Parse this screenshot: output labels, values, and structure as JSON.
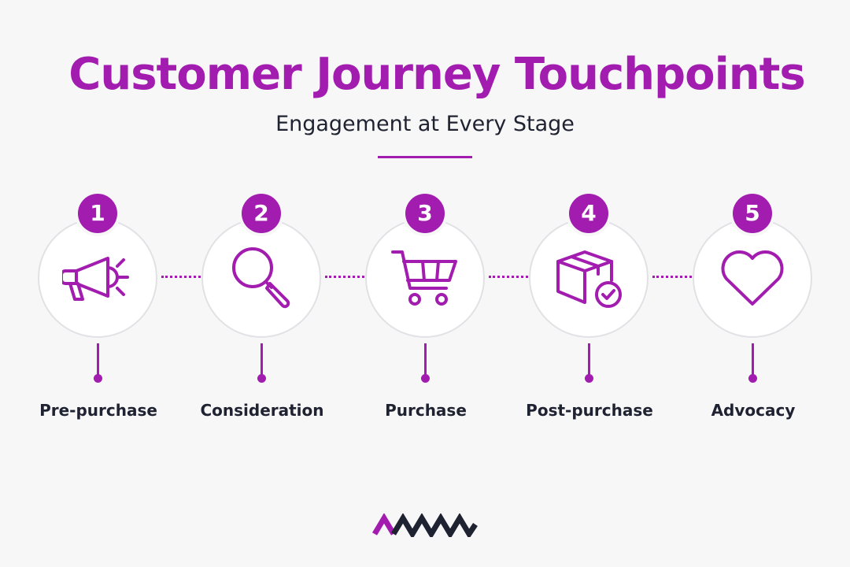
{
  "header": {
    "title": "Customer Journey Touchpoints",
    "subtitle": "Engagement at Every Stage"
  },
  "colors": {
    "accent": "#a21caf",
    "text": "#1f2230",
    "circle_border": "#e2e2e6",
    "background": "#f7f7f8"
  },
  "stages": [
    {
      "number": "1",
      "label": "Pre-purchase",
      "icon": "megaphone-icon"
    },
    {
      "number": "2",
      "label": "Consideration",
      "icon": "magnifier-icon"
    },
    {
      "number": "3",
      "label": "Purchase",
      "icon": "shopping-cart-icon"
    },
    {
      "number": "4",
      "label": "Post-purchase",
      "icon": "box-check-icon"
    },
    {
      "number": "5",
      "label": "Advocacy",
      "icon": "heart-icon"
    }
  ],
  "logo": {
    "icon": "zigzag-logo-icon"
  }
}
